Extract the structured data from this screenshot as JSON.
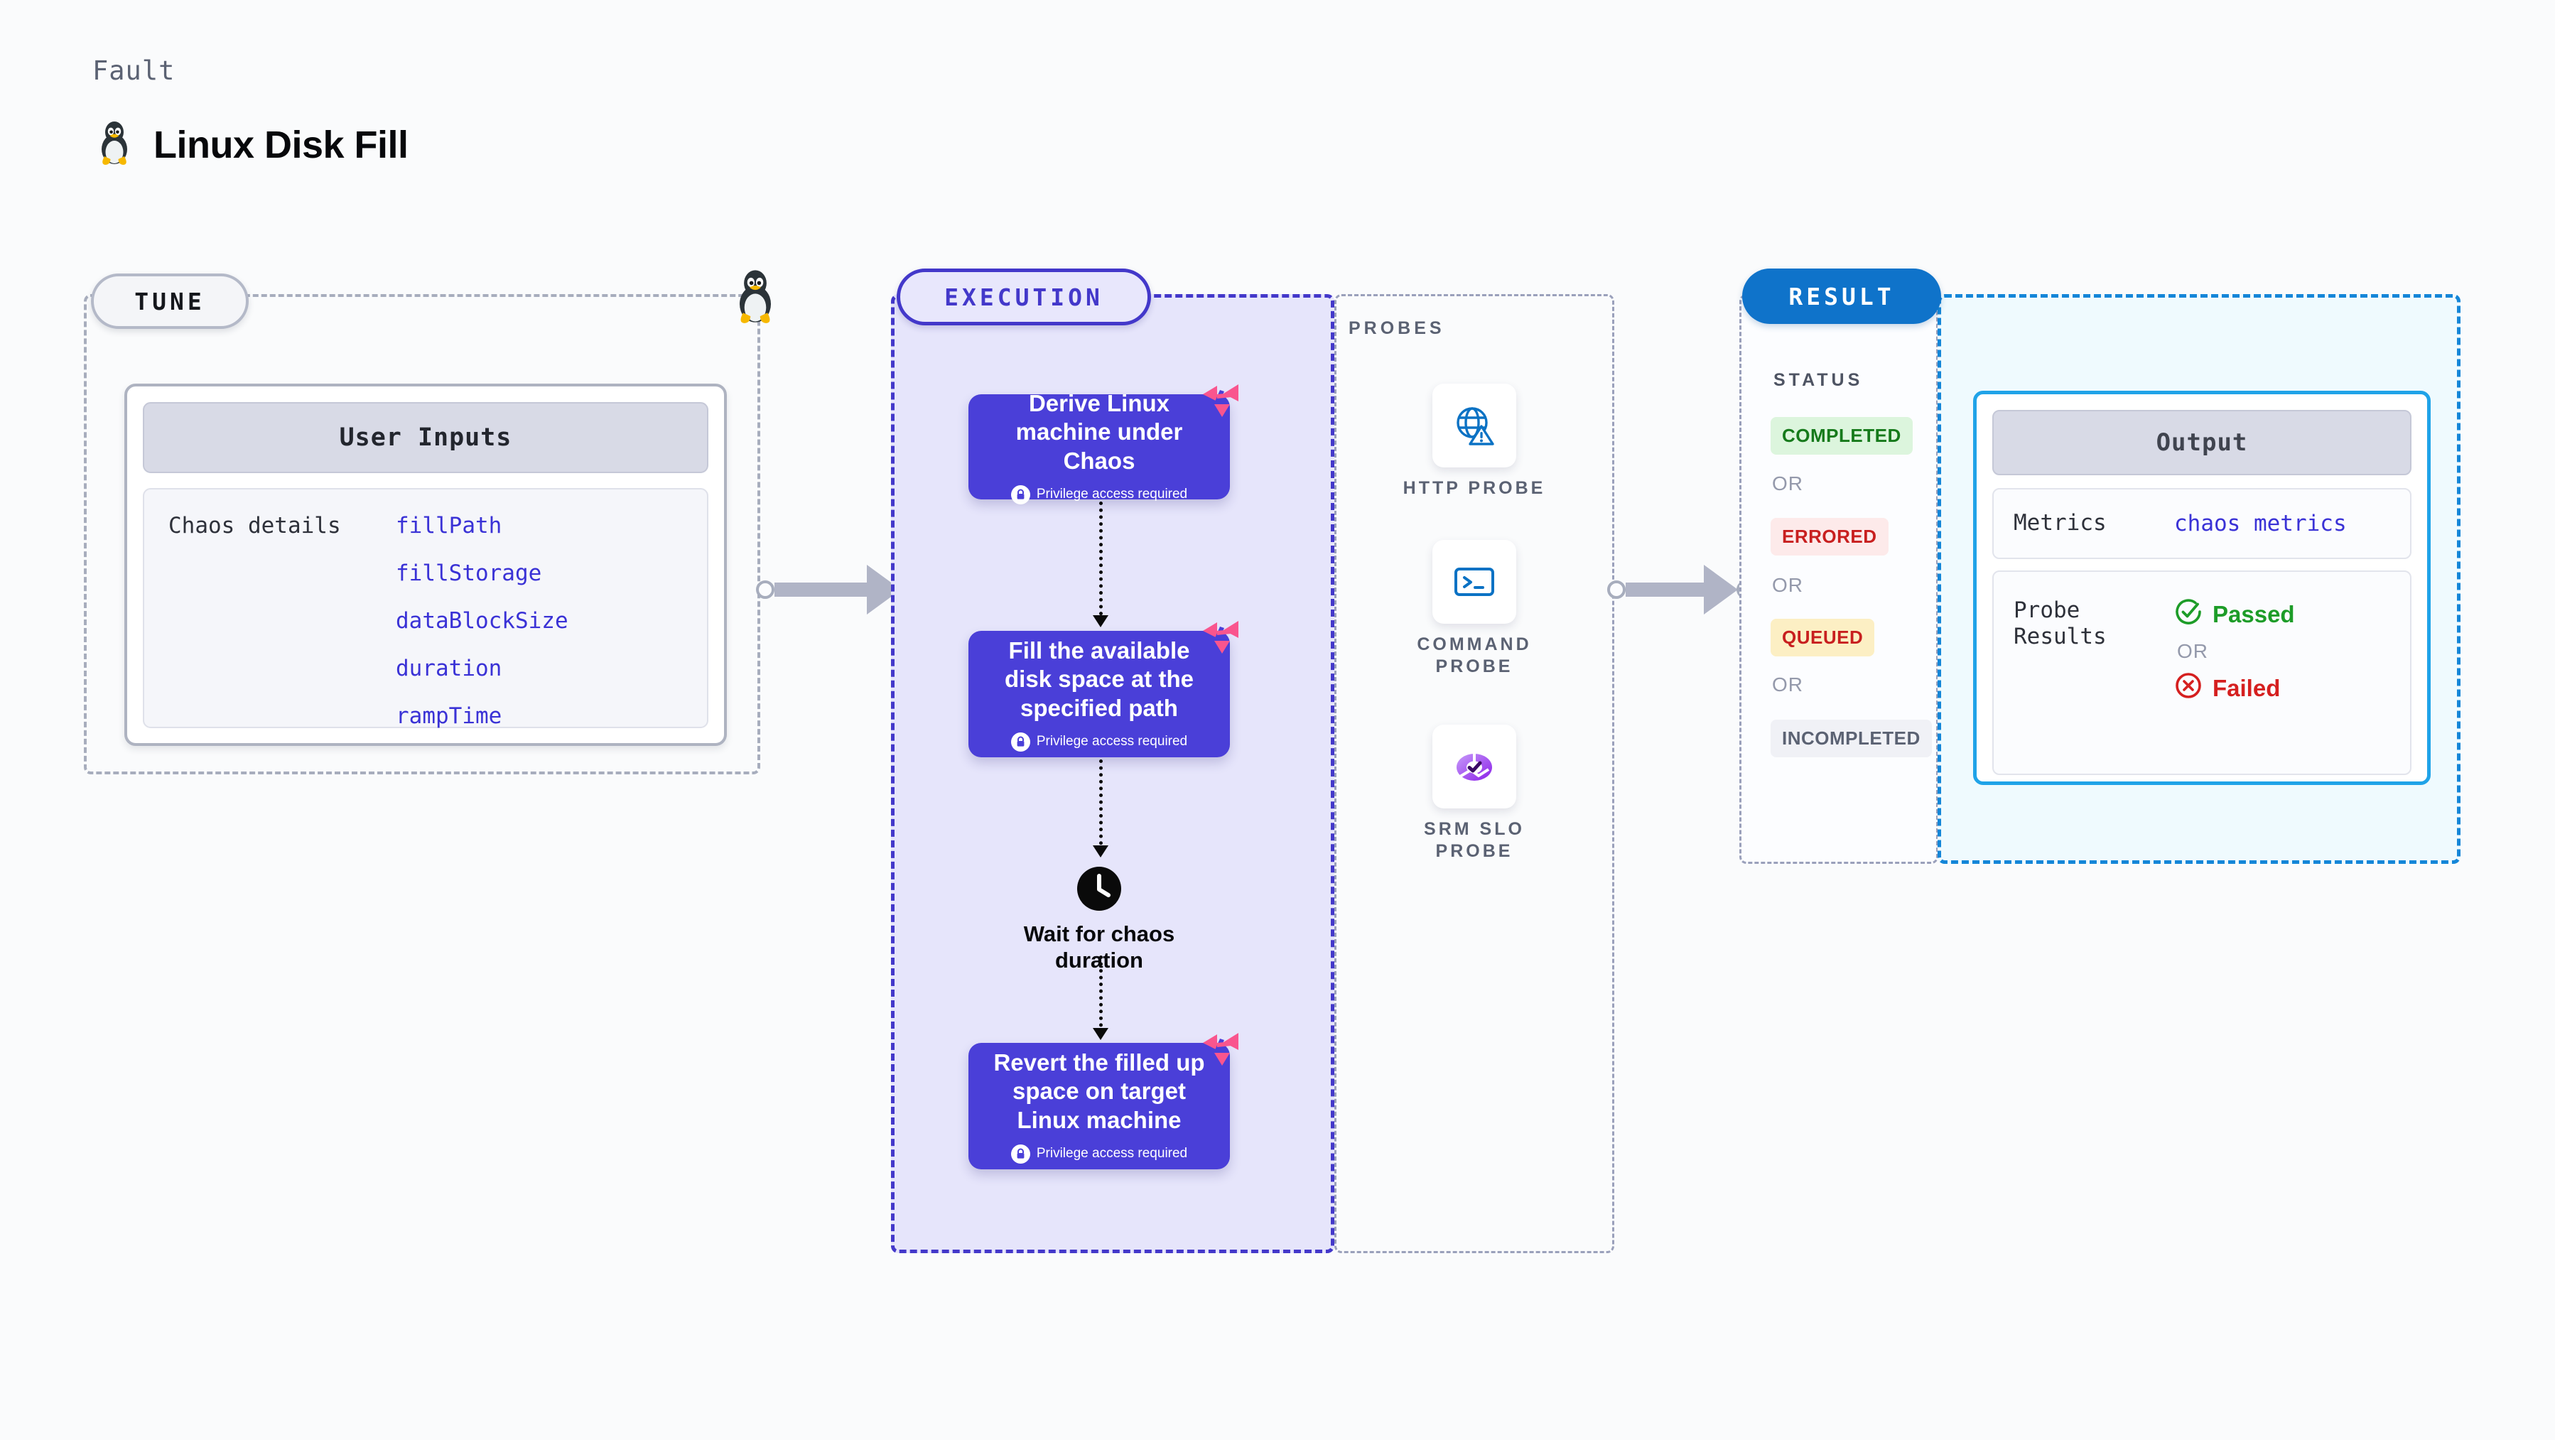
{
  "header": {
    "kicker": "Fault",
    "title": "Linux Disk Fill",
    "icon": "tux-linux-penguin-icon"
  },
  "tune": {
    "pill_label": "TUNE",
    "boundary_icon": "tux-linux-penguin-icon",
    "card": {
      "header": "User Inputs",
      "row_label": "Chaos details",
      "params": [
        "fillPath",
        "fillStorage",
        "dataBlockSize",
        "duration",
        "rampTime"
      ]
    }
  },
  "execution": {
    "pill_label": "EXECUTION",
    "privilege_note": "Privilege access required",
    "steps": [
      {
        "title": "Derive Linux machine under Chaos",
        "has_privilege_note": true,
        "corner_logo": "harness-chaos-logo-icon"
      },
      {
        "title": "Fill the available disk space at the specified path",
        "has_privilege_note": true,
        "corner_logo": "harness-chaos-logo-icon"
      }
    ],
    "wait": {
      "icon": "clock-icon",
      "label": "Wait for chaos duration"
    },
    "final_step": {
      "title": "Revert the filled up space on target Linux machine",
      "has_privilege_note": true,
      "corner_logo": "harness-chaos-logo-icon"
    }
  },
  "probes": {
    "section_label": "PROBES",
    "items": [
      {
        "label": "HTTP PROBE",
        "icon": "globe-warning-icon"
      },
      {
        "label": "COMMAND PROBE",
        "icon": "terminal-icon"
      },
      {
        "label": "SRM SLO PROBE",
        "icon": "slo-donut-check-icon"
      }
    ]
  },
  "result": {
    "pill_label": "RESULT",
    "status_label": "STATUS",
    "or_label": "OR",
    "statuses": [
      {
        "label": "COMPLETED",
        "bg": "#dcf5dd",
        "fg": "#167a1b"
      },
      {
        "label": "ERRORED",
        "bg": "#fdeaea",
        "fg": "#c81f1f"
      },
      {
        "label": "QUEUED",
        "bg": "#fcefc4",
        "fg": "#c81f1f"
      },
      {
        "label": "INCOMPLETED",
        "bg": "#f0f1f6",
        "fg": "#5b6273"
      }
    ],
    "output": {
      "header": "Output",
      "metrics_key": "Metrics",
      "metrics_value": "chaos metrics",
      "probe_results_key": "Probe Results",
      "passed_label": "Passed",
      "failed_label": "Failed",
      "or_label": "OR",
      "passed_icon": "check-circle-icon",
      "failed_icon": "x-circle-icon"
    }
  },
  "colors": {
    "page_bg": "#fafbfc",
    "execution_accent": "#4338ca",
    "execution_fill": "#e6e5fb",
    "card_indigo": "#4a3fd8",
    "result_accent": "#0f73ca",
    "output_accent": "#20a3e8",
    "output_fill": "#effafe",
    "param_blue": "#3a32d6",
    "harness_pink": "#f9558e"
  }
}
